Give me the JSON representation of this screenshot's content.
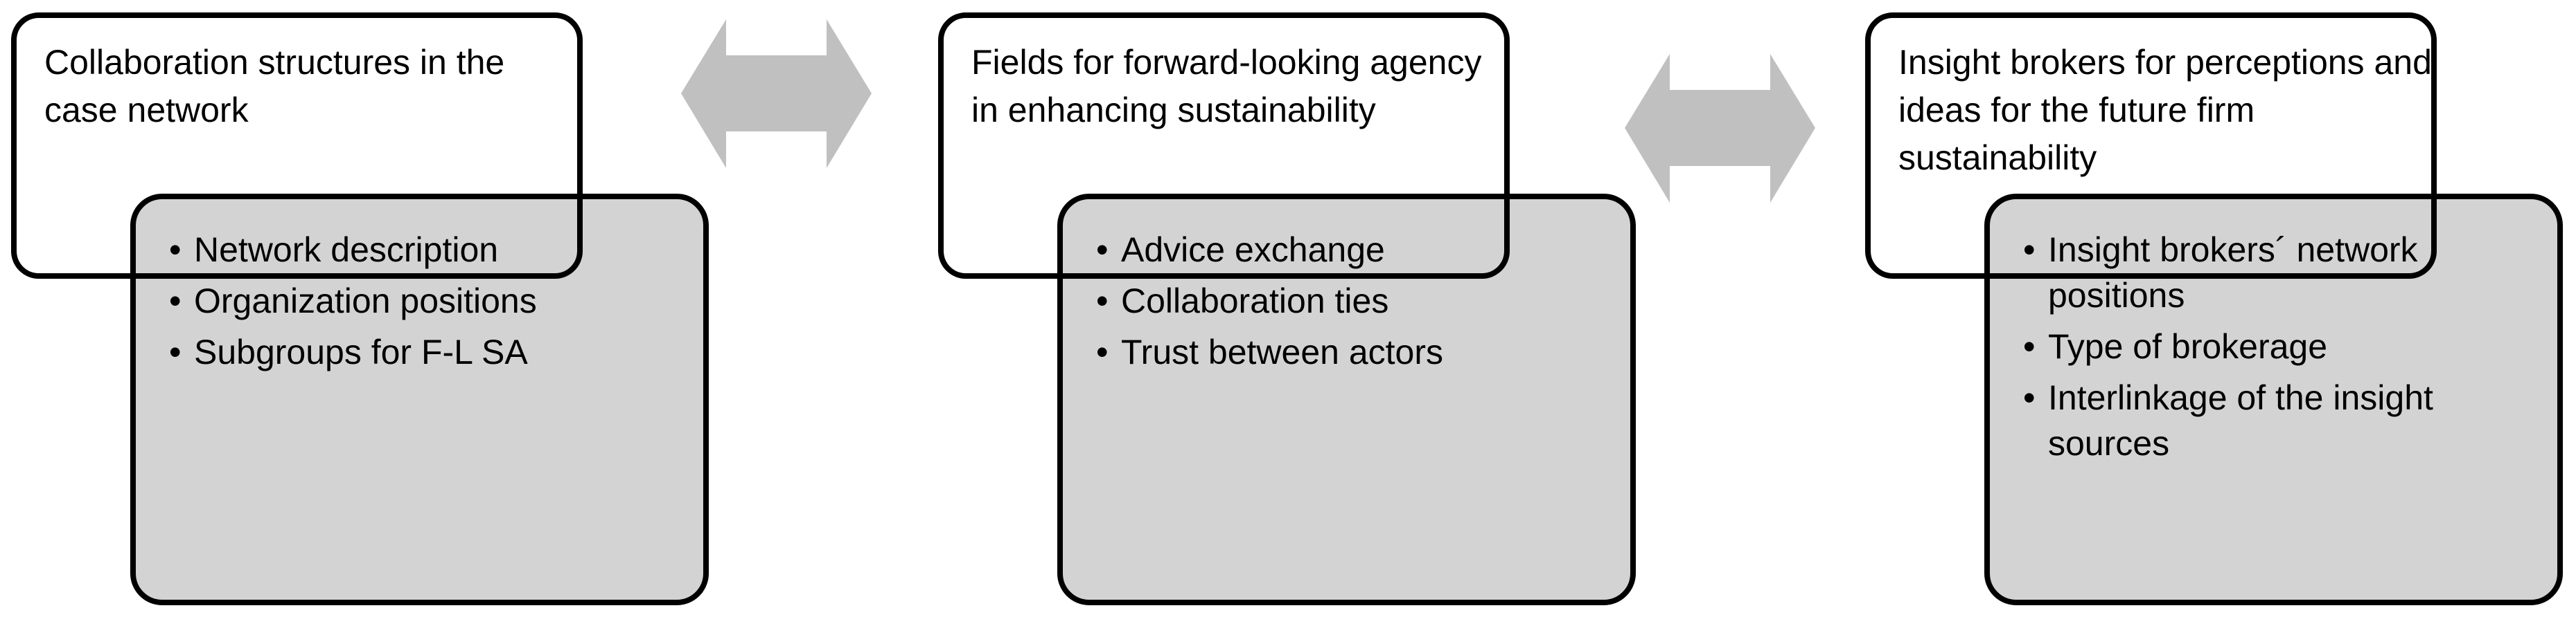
{
  "panels": [
    {
      "title": "Collaboration structures in the case network",
      "items": [
        "Network description",
        "Organization positions",
        "Subgroups for F-L SA"
      ]
    },
    {
      "title": "Fields for forward-looking agency in enhancing sustainability",
      "items": [
        "Advice exchange",
        "Collaboration ties",
        "Trust between actors"
      ]
    },
    {
      "title": "Insight brokers for perceptions and ideas for the future firm sustainability",
      "items": [
        " Insight brokers´ network positions",
        "Type of brokerage",
        "Interlinkage of the insight sources"
      ]
    }
  ],
  "colors": {
    "detail_fill": "#d3d3d3",
    "arrow_fill": "#c0c0c0",
    "stroke": "#000000"
  },
  "icons": [
    "double-arrow-icon",
    "double-arrow-icon"
  ]
}
